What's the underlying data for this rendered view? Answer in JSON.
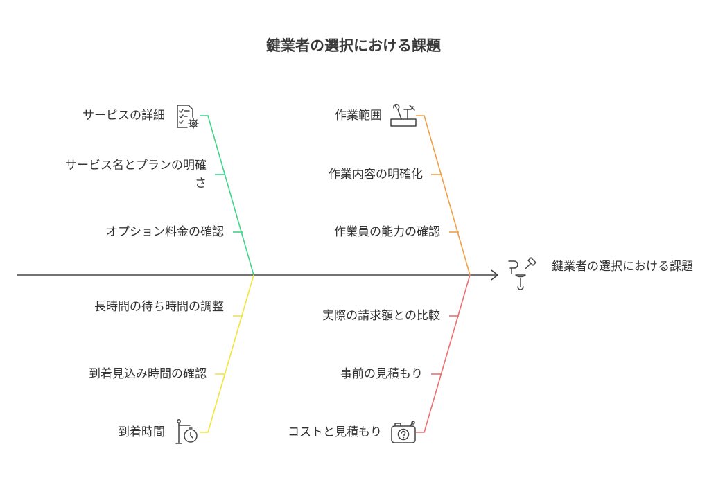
{
  "title": "鍵業者の選択における課題",
  "head_label": "鍵業者の選択における課題",
  "colors": {
    "spine": "#444444",
    "details": "#3fd48a",
    "scope": "#f0a044",
    "arrival": "#f1e43a",
    "cost": "#ee6e6e",
    "icon": "#444444"
  },
  "branches": {
    "details": {
      "category": "サービスの詳細",
      "icon": "document-gear-icon",
      "causes": [
        "サービス名とプランの明確さ",
        "オプション料金の確認"
      ]
    },
    "scope": {
      "category": "作業範囲",
      "icon": "toolbox-icon",
      "causes": [
        "作業内容の明確化",
        "作業員の能力の確認"
      ]
    },
    "arrival": {
      "category": "到着時間",
      "icon": "stopwatch-icon",
      "causes": [
        "長時間の待ち時間の調整",
        "到着見込み時間の確認"
      ]
    },
    "cost": {
      "category": "コストと見積もり",
      "icon": "camera-question-icon",
      "causes": [
        "実際の請求額との比較",
        "事前の見積もり"
      ]
    }
  }
}
